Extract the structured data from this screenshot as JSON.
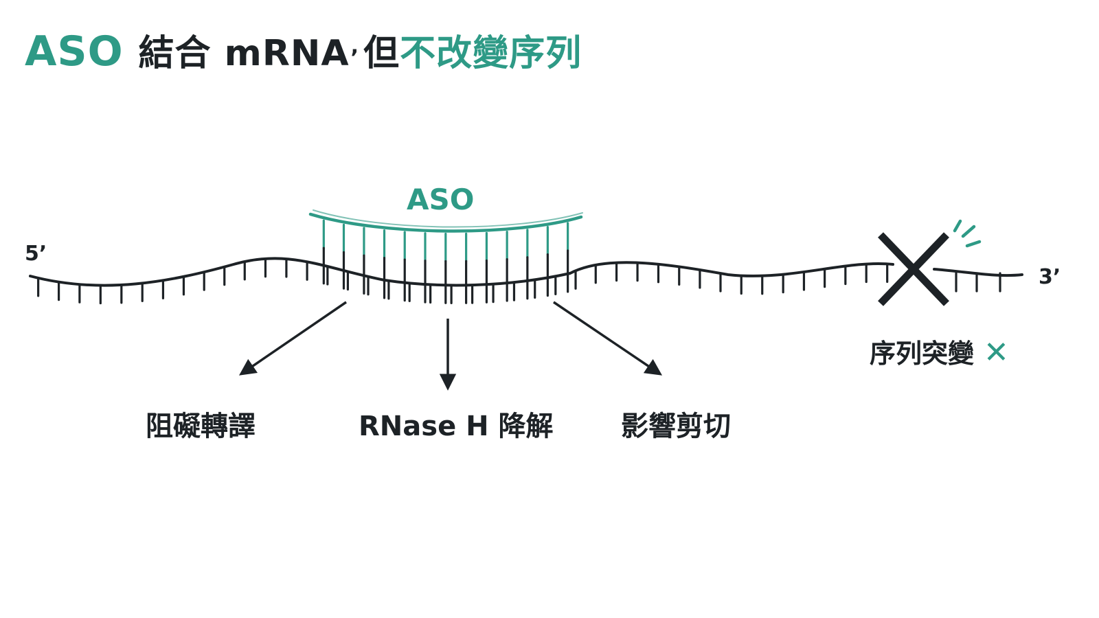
{
  "title": {
    "part1": "ASO",
    "part2": "結合 mRNA",
    "comma": ",",
    "part3": "但",
    "part4": "不改變序列"
  },
  "diagram": {
    "aso_label": "ASO",
    "end_5": "5’",
    "end_3": "3’",
    "effects": [
      "阻礙轉譯",
      "RNase H 降解",
      "影響剪切"
    ],
    "mutation_label": "序列突變",
    "mutation_mark": "✕"
  },
  "colors": {
    "accent": "#2e9a86",
    "dark": "#1d2226"
  },
  "icons": {
    "mutation_cross": "x-cross-icon",
    "spark": "spark-lines-icon"
  }
}
